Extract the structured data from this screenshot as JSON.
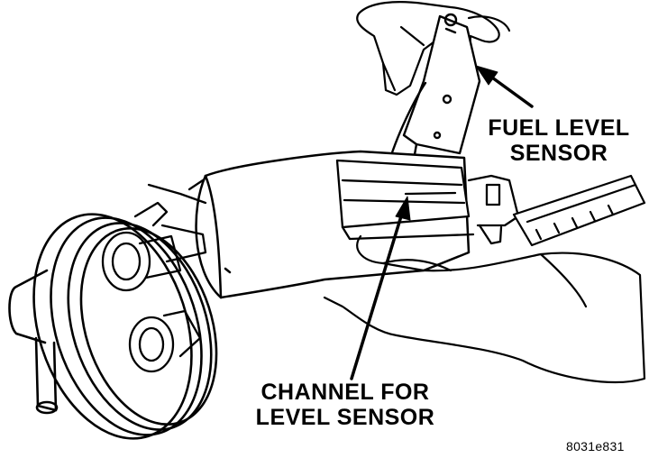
{
  "labels": {
    "fuel_level_sensor": [
      "FUEL LEVEL",
      "SENSOR"
    ],
    "channel_for_level_sensor": [
      "CHANNEL FOR",
      "LEVEL SENSOR"
    ]
  },
  "figure_code": "8031e831",
  "colors": {
    "ink": "#000000",
    "paper": "#ffffff"
  }
}
